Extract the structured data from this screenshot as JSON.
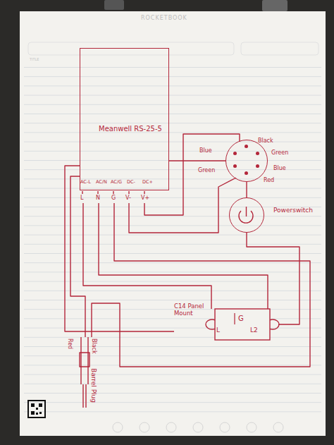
{
  "diagram": {
    "nodes": [
      {
        "text": [
          "Meanwell RS-25-5"
        ]
      },
      {
        "text": [
          "Black",
          "Blue",
          "Green",
          "Green",
          "Blue",
          "Red"
        ]
      },
      {
        "text": [
          "Powerswitch"
        ]
      },
      {
        "text": [
          "C14 Panel Mount",
          "G",
          "L",
          "L2"
        ]
      },
      {
        "text": [
          "Red",
          "Black",
          "Barrel Plug"
        ]
      }
    ],
    "edges": [
      {
        "from": 0,
        "to": 1,
        "arrow": "none"
      },
      {
        "from": 0,
        "to": 3,
        "arrow": "none"
      },
      {
        "from": 0,
        "to": 4,
        "arrow": "none"
      },
      {
        "from": 3,
        "to": 2,
        "arrow": "none"
      }
    ],
    "labels": [
      "ROCKETBOOK",
      "TITLE",
      "AC-L",
      "AC/N",
      "AC/G",
      "DC-",
      "DC+",
      "L",
      "N",
      "G",
      "V-",
      "V+"
    ]
  }
}
